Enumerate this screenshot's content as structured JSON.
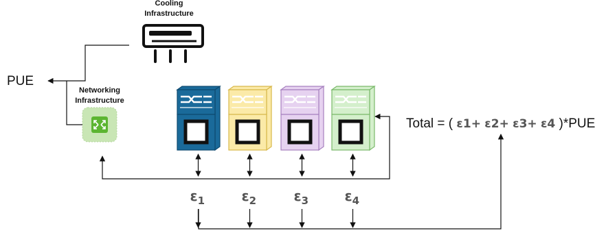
{
  "cooling": {
    "label_line1": "Cooling",
    "label_line2": "Infrastructure"
  },
  "networking": {
    "label_line1": "Networking",
    "label_line2": "Infrastructure"
  },
  "pue": {
    "label": "PUE"
  },
  "servers": [
    {
      "fill": "#1a6a9a",
      "stroke": "#0e4a70",
      "epsilon": "ε",
      "sub": "1"
    },
    {
      "fill": "#fbeaa8",
      "stroke": "#d8b84a",
      "epsilon": "ε",
      "sub": "2"
    },
    {
      "fill": "#e6d2f0",
      "stroke": "#a680bf",
      "epsilon": "ε",
      "sub": "3"
    },
    {
      "fill": "#d4efcc",
      "stroke": "#7ab96a",
      "epsilon": "ε",
      "sub": "4"
    }
  ],
  "total": {
    "prefix": "Total = (",
    "terms": [
      {
        "eps": "ε",
        "sub": "1",
        "op": "+"
      },
      {
        "eps": "ε",
        "sub": "2",
        "op": "+"
      },
      {
        "eps": "ε",
        "sub": "3",
        "op": "+"
      },
      {
        "eps": "ε",
        "sub": "4",
        "op": ""
      }
    ],
    "suffix": ")*PUE"
  },
  "colors": {
    "network_icon_outer": "#c9e6b5",
    "network_icon_inner": "#5cb531"
  }
}
